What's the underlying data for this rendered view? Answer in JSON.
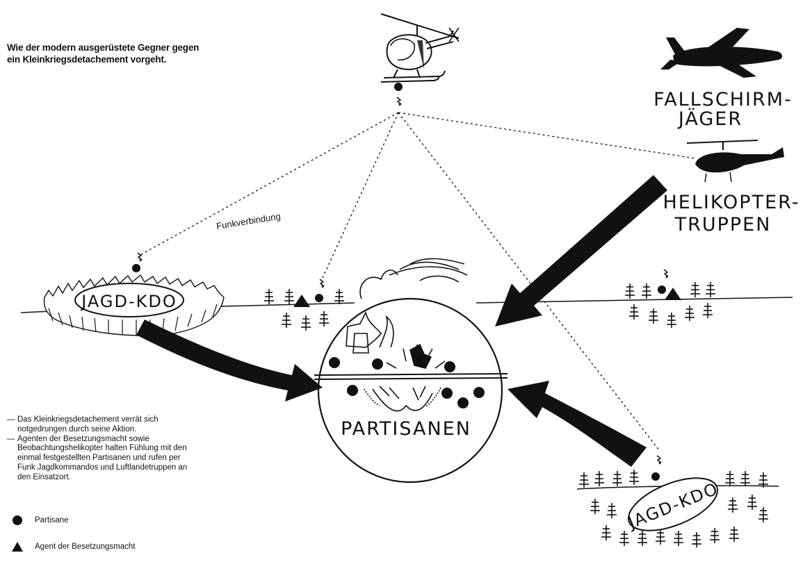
{
  "title": {
    "line1": "Wie der modern ausgerüstete Gegner gegen",
    "line2": "ein Kleinkriegsdetachement vorgeht."
  },
  "labels": {
    "fallschirm_line1": "FALLSCHIRM-",
    "fallschirm_line2": "JÄGER",
    "heli_line1": "HELIKOPTER-",
    "heli_line2": "TRUPPEN",
    "funk": "Funkverbindung",
    "jagd_left": "JAGD-KDO",
    "jagd_right": "JAGD-KDO",
    "partisanen": "PARTISANEN"
  },
  "notes": [
    {
      "dash": "—",
      "text": "Das Kleinkriegsdetachement verrät sich notgedrungen durch seine Aktion."
    },
    {
      "dash": "—",
      "text": "Agenten der Besetzungsmacht sowie Beobachtungshelikopter halten Fühlung mit den einmal festgestellten Partisanen und rufen per Funk Jagdkommandos und Luftlandetruppen an den Einsatzort."
    }
  ],
  "legend": {
    "partisane": "Partisane",
    "agent": "Agent der Besetzungsmacht"
  },
  "icons": {
    "dot": "partisan-dot-icon",
    "triangle": "agent-triangle-icon",
    "helicopter": "helicopter-icon",
    "airplane": "airplane-icon"
  },
  "colors": {
    "ink": "#111111",
    "background": "#ffffff"
  }
}
